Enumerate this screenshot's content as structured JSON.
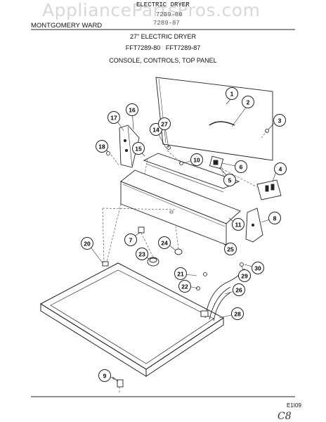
{
  "watermark": "AppliancePartsPros.com",
  "header": {
    "brand": "MONTGOMERY WARD",
    "product_type": "ELECTRIC DRYER",
    "model_frag_1": "7289-80",
    "model_frag_2": "7289-87",
    "subtitle": "27\" ELECTRIC DRYER",
    "models": "FFT7289-80   FFT7289-87",
    "section": "CONSOLE, CONTROLS, TOP PANEL"
  },
  "page_code": "E1I09",
  "corner_mark": "C8",
  "callouts": [
    {
      "id": "1",
      "label": "1"
    },
    {
      "id": "2",
      "label": "2"
    },
    {
      "id": "3",
      "label": "3"
    },
    {
      "id": "4",
      "label": "4"
    },
    {
      "id": "5",
      "label": "5"
    },
    {
      "id": "6",
      "label": "6"
    },
    {
      "id": "7",
      "label": "7"
    },
    {
      "id": "8",
      "label": "8"
    },
    {
      "id": "9",
      "label": "9"
    },
    {
      "id": "10",
      "label": "10"
    },
    {
      "id": "11",
      "label": "11"
    },
    {
      "id": "14",
      "label": "14"
    },
    {
      "id": "15",
      "label": "15"
    },
    {
      "id": "16",
      "label": "16"
    },
    {
      "id": "17",
      "label": "17"
    },
    {
      "id": "18",
      "label": "18"
    },
    {
      "id": "20",
      "label": "20"
    },
    {
      "id": "21",
      "label": "21"
    },
    {
      "id": "22",
      "label": "22"
    },
    {
      "id": "23",
      "label": "23"
    },
    {
      "id": "24",
      "label": "24"
    },
    {
      "id": "25",
      "label": "25"
    },
    {
      "id": "26",
      "label": "26"
    },
    {
      "id": "27",
      "label": "27"
    },
    {
      "id": "28",
      "label": "28"
    },
    {
      "id": "29",
      "label": "29"
    },
    {
      "id": "30",
      "label": "30"
    }
  ]
}
